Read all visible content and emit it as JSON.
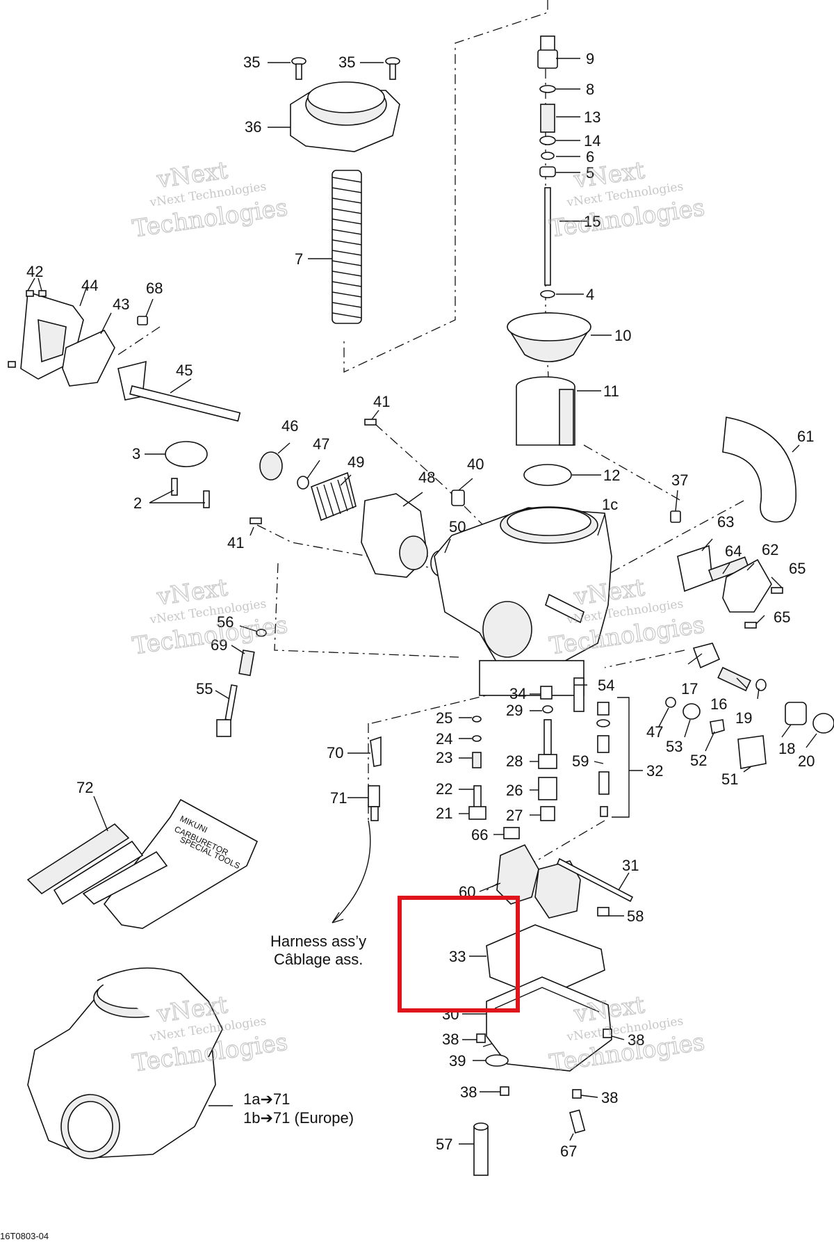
{
  "labels": {
    "l35a": "35",
    "l35b": "35",
    "l36": "36",
    "l7": "7",
    "l9": "9",
    "l8": "8",
    "l13": "13",
    "l14": "14",
    "l6": "6",
    "l5": "5",
    "l15": "15",
    "l4": "4",
    "l10": "10",
    "l11": "11",
    "l12": "12",
    "l42": "42",
    "l44": "44",
    "l43": "43",
    "l68": "68",
    "l45": "45",
    "l3": "3",
    "l2": "2",
    "l41a": "41",
    "l41b": "41",
    "l46": "46",
    "l47a": "47",
    "l49": "49",
    "l48": "48",
    "l40": "40",
    "l50": "50",
    "l1c": "1c",
    "l37": "37",
    "l61": "61",
    "l63": "63",
    "l64": "64",
    "l62": "62",
    "l65a": "65",
    "l65b": "65",
    "l56": "56",
    "l69": "69",
    "l55": "55",
    "l34": "34",
    "l54": "54",
    "l29": "29",
    "l25": "25",
    "l24": "24",
    "l23": "23",
    "l28": "28",
    "l22": "22",
    "l26": "26",
    "l21": "21",
    "l27": "27",
    "l66": "66",
    "l59": "59",
    "l32": "32",
    "l17": "17",
    "l16": "16",
    "l19": "19",
    "l47b": "47",
    "l53": "53",
    "l52": "52",
    "l51": "51",
    "l18": "18",
    "l20": "20",
    "l70": "70",
    "l71": "71",
    "l72": "72",
    "l60": "60",
    "l31": "31",
    "l58": "58",
    "l33": "33",
    "l30": "30",
    "l38a": "38",
    "l38b": "38",
    "l38c": "38",
    "l38d": "38",
    "l39": "39",
    "l57": "57",
    "l67": "67",
    "l1a": "1a➔71",
    "l1b": "1b➔71 (Europe)"
  },
  "harness": {
    "line1": "Harness ass’y",
    "line2": "Câblage ass."
  },
  "tool_kit": {
    "line1": "MIKUNI",
    "line2": "CARBURETOR",
    "line3": "SPECIAL TOOLS"
  },
  "watermark": {
    "line1": "vNext",
    "line2": "vNext Technologies",
    "line3": "Technologies"
  },
  "footer_code": "16T0803-04",
  "highlight": {
    "color": "#e0141b",
    "target_part": "33"
  }
}
